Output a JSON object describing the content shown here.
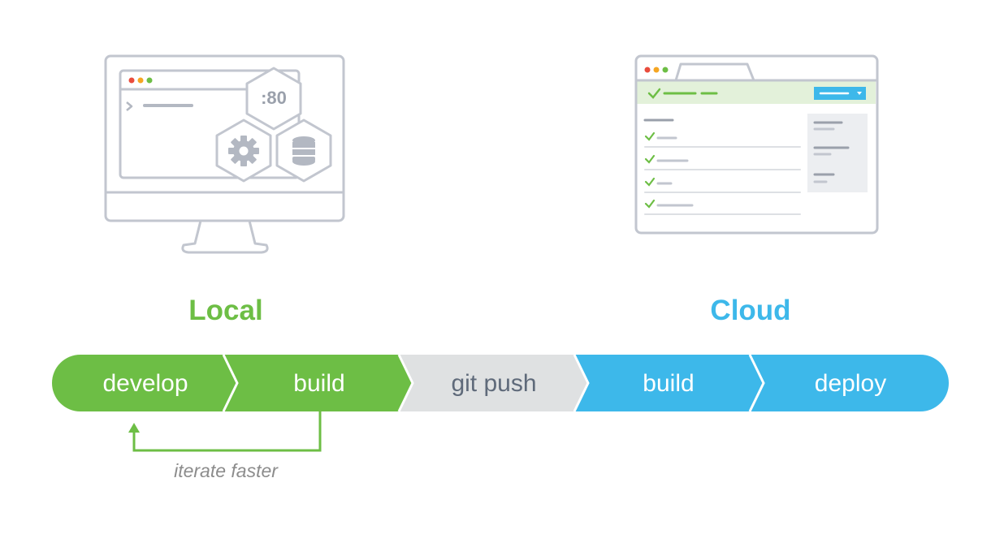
{
  "local_monitor": {
    "port_label": ":80",
    "icons": [
      "gear-icon",
      "database-icon"
    ]
  },
  "headings": {
    "local": "Local",
    "cloud": "Cloud"
  },
  "pipeline": {
    "steps": [
      {
        "label": "develop",
        "group": "local"
      },
      {
        "label": "build",
        "group": "local"
      },
      {
        "label": "git push",
        "group": "transfer"
      },
      {
        "label": "build",
        "group": "cloud"
      },
      {
        "label": "deploy",
        "group": "cloud"
      }
    ],
    "loop_label": "iterate faster"
  },
  "colors": {
    "local": "#6dbe45",
    "transfer": "#dfe1e2",
    "transfer_text": "#5f6a7a",
    "cloud": "#3db8ea",
    "outline": "#c2c6cf",
    "loop_text": "#8c8c8c"
  }
}
